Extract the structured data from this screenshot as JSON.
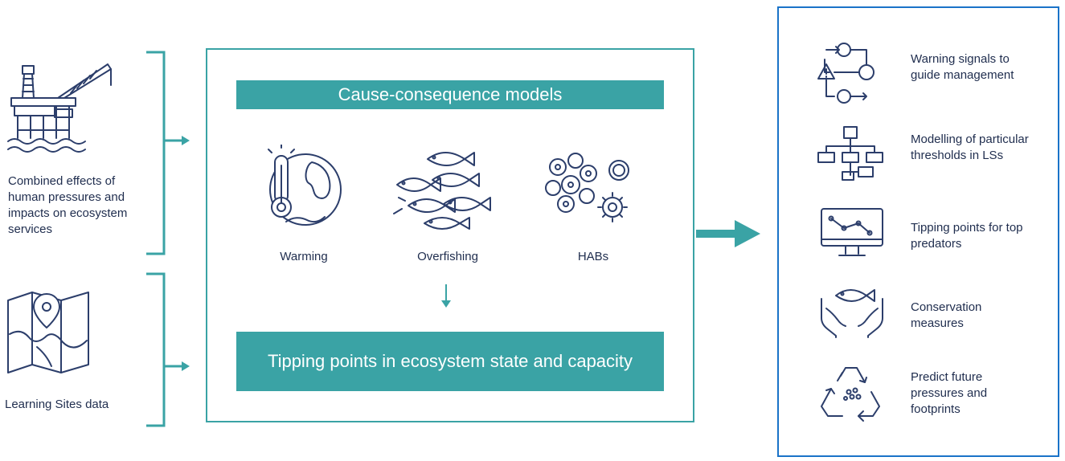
{
  "inputs": [
    {
      "label": "Combined effects of human pressures and impacts on ecosystem services",
      "icon": "oil-platform-icon"
    },
    {
      "label": "Learning Sites data",
      "icon": "map-pin-icon"
    }
  ],
  "center": {
    "top_banner": "Cause-consequence models",
    "causes": [
      {
        "label": "Warming",
        "icon": "thermometer-globe-icon"
      },
      {
        "label": "Overfishing",
        "icon": "fish-school-icon"
      },
      {
        "label": "HABs",
        "icon": "algae-bloom-icon"
      }
    ],
    "bottom_banner": "Tipping points in ecosystem state and capacity"
  },
  "outputs": [
    {
      "label": "Warning signals to guide management",
      "icon": "warning-flow-icon"
    },
    {
      "label": "Modelling of particular thresholds in LSs",
      "icon": "hierarchy-icon"
    },
    {
      "label": "Tipping points for top predators",
      "icon": "monitor-chart-icon"
    },
    {
      "label": "Conservation measures",
      "icon": "hands-fish-icon"
    },
    {
      "label": "Predict future pressures and footprints",
      "icon": "recycle-icon"
    }
  ],
  "colors": {
    "teal": "#3aa3a5",
    "blue_border": "#1a73c8",
    "navy": "#2c3e6b"
  }
}
